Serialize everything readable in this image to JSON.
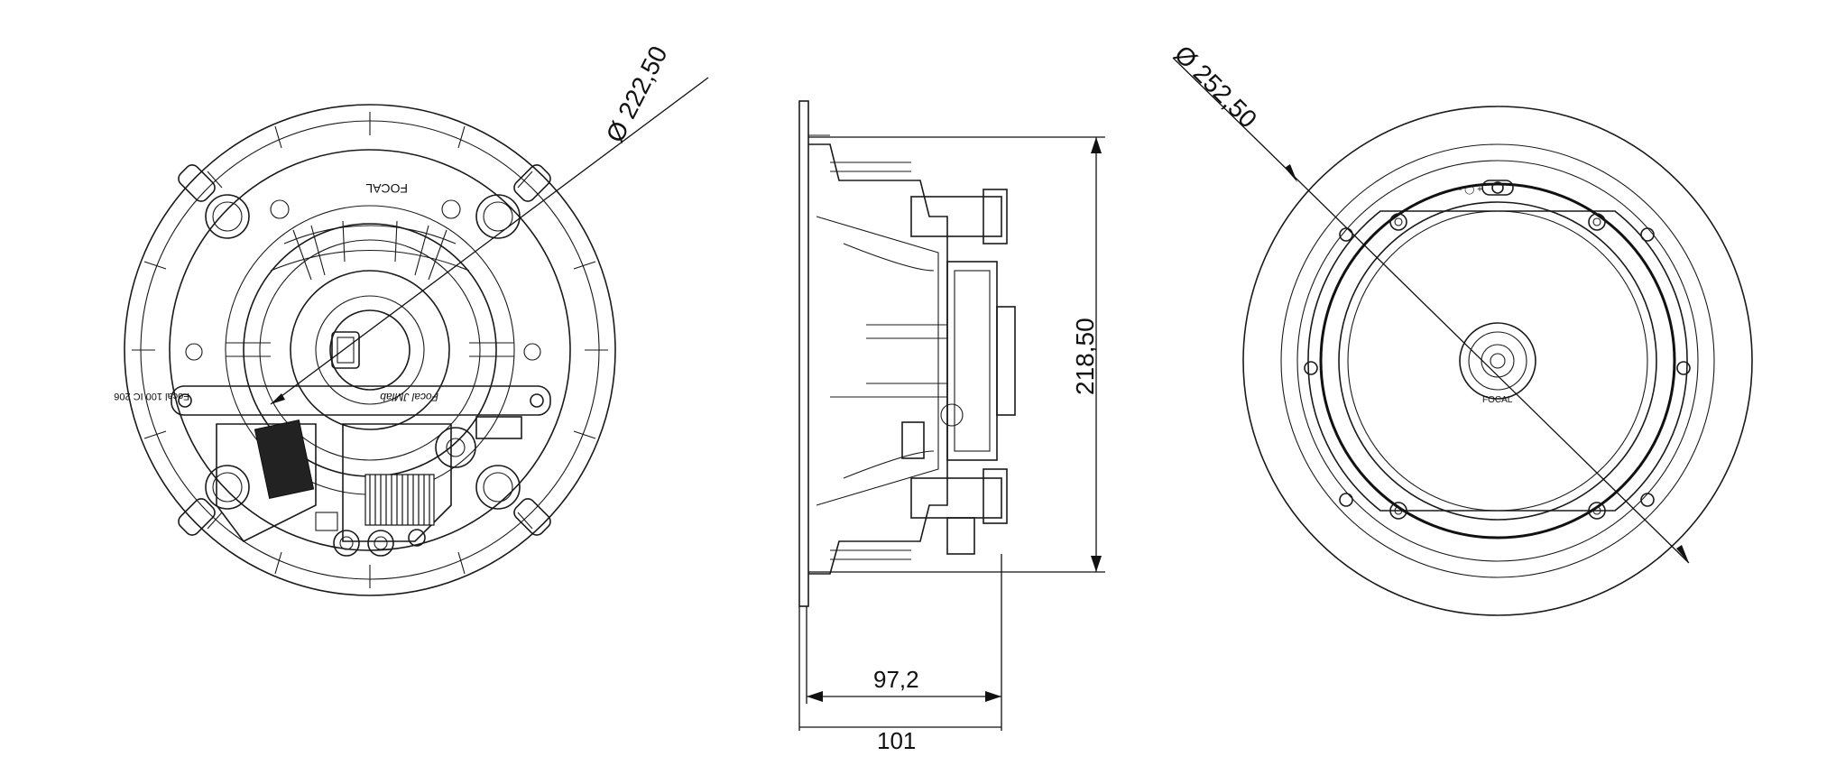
{
  "dimensions": {
    "back_diameter": "Ø 222,50",
    "front_diameter": "Ø 252,50",
    "height": "218,50",
    "depth_inner": "97,2",
    "depth_total": "101"
  },
  "labels": {
    "brand_logo": "FOCAL",
    "model_label": "Focal 100 IC 206",
    "brand_script": "Focal JMlab",
    "tweeter_brand": "FOCAL",
    "tweeter_level": "- ◯ +"
  }
}
